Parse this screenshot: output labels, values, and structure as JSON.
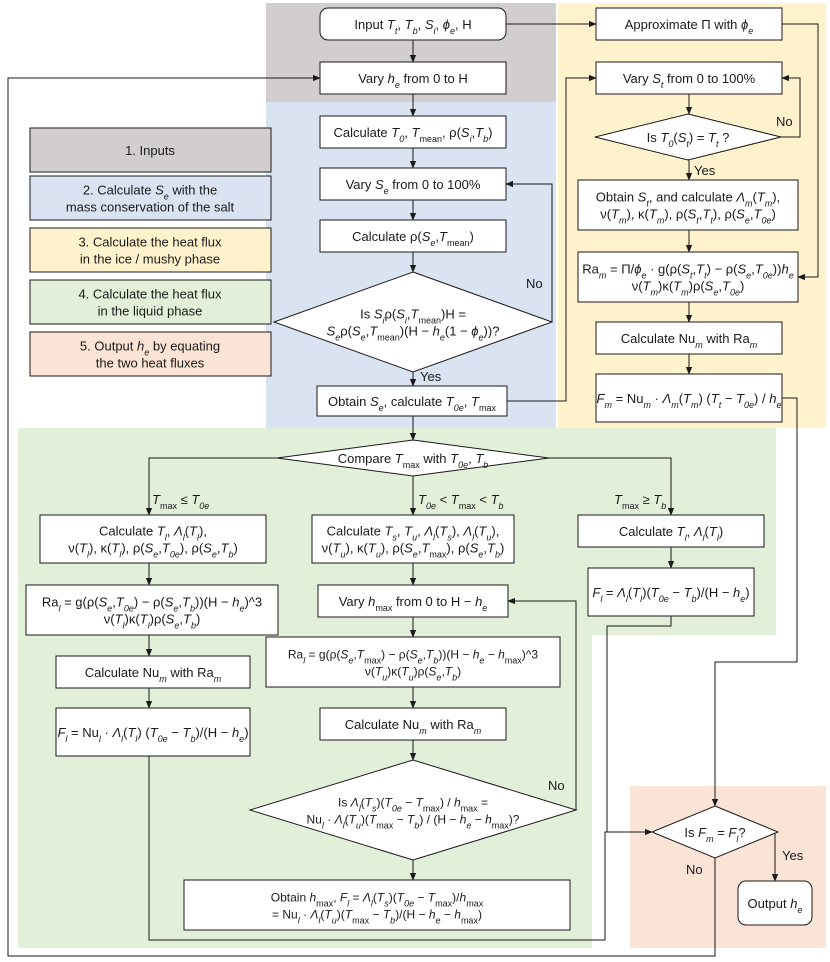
{
  "colors": {
    "inputs": "#d2cecf",
    "salt": "#dae3f2",
    "ice": "#fff2cc",
    "liquid": "#e2efd9",
    "output": "#fbe4d5"
  },
  "legend": [
    {
      "label": "1. Inputs",
      "region": "inputs"
    },
    {
      "label": "2. Calculate S_e with the mass conservation of the salt",
      "region": "salt"
    },
    {
      "label": "3. Calculate the heat flux in the ice / mushy phase",
      "region": "ice"
    },
    {
      "label": "4. Calculate the heat flux in the liquid phase",
      "region": "liquid"
    },
    {
      "label": "5. Output h_e by equating the two heat fluxes",
      "region": "output"
    }
  ],
  "nodes": {
    "input": "Input T_t, T_b, S_i, ϕ_e, H",
    "vary_he": "Vary h_e from 0 to H",
    "calc_t0": "Calculate T_0, T_mean, ρ(S_i,T_b)",
    "vary_se": "Vary S_e from 0 to 100%",
    "calc_rho": "Calculate ρ(S_e,T_mean)",
    "salt_check": "Is S_i ρ(S_i,T_mean) H = S_e ρ(S_e,T_mean)(H − h_e(1 − ϕ_e))?",
    "obtain_se": "Obtain S_e, calculate T_0e, T_max",
    "approx_pi": "Approximate Π with ϕ_e",
    "vary_st": "Vary S_t from 0 to 100%",
    "t0_check": "Is T_0(S_t) = T_t ?",
    "obtain_st": "Obtain S_t, and calculate Λ_m(T_m), ν(T_m), κ(T_m), ρ(S_t,T_t), ρ(S_e,T_0e)",
    "ra_m": "Ra_m = Π/ϕ_e · g(ρ(S_t,T_t) − ρ(S_e,T_0e)) h_e / (ν(T_m) κ(T_m) ρ(S_e,T_0e))",
    "nu_m": "Calculate Nu_m with Ra_m",
    "f_m": "F_m = Nu_m · Λ_m(T_m) (T_t − T_0e) / h_e",
    "compare": "Compare T_max with T_0e, T_b",
    "left_calc": "Calculate T_l, Λ_l(T_l), ν(T_l), κ(T_l), ρ(S_e,T_0e), ρ(S_e,T_b)",
    "left_ra": "Ra_l = g(ρ(S_e,T_0e) − ρ(S_e,T_b))(H − h_e)^3 / (ν(T_l) κ(T_l) ρ(S_e,T_b))",
    "left_nu": "Calculate Nu_m with Ra_m",
    "left_f": "F_l = Nu_l · Λ_l(T_l) (T_0e − T_b) / (H − h_e)",
    "mid_calc": "Calculate T_s, T_u, Λ_l(T_s), Λ_l(T_u), ν(T_u), κ(T_u), ρ(S_e,T_max), ρ(S_e,T_b)",
    "vary_hmax": "Vary h_max from 0 to H − h_e",
    "mid_ra": "Ra_l = g(ρ(S_e,T_max) − ρ(S_e,T_b))(H − h_e − h_max)^3 / (ν(T_u) κ(T_u) ρ(S_e,T_b))",
    "mid_nu": "Calculate Nu_m with Ra_m",
    "flux_check": "Is Λ_l(T_s)(T_0e − T_max) / h_max = Nu_l · Λ_l(T_u)(T_max − T_b) / (H − h_e − h_max)?",
    "obtain_hmax": "Obtain h_max, F_l = Λ_l(T_s)(T_0e − T_max)/h_max = Nu_l · Λ_l(T_u)(T_max − T_b)/(H − h_e − h_max)",
    "right_calc": "Calculate T_l, Λ_l(T_l)",
    "right_f": "F_l = Λ_l(T_l) (T_0e − T_b) / (H − h_e)",
    "final_check": "Is F_m = F_l?",
    "output": "Output h_e"
  },
  "edge_labels": {
    "yes": "Yes",
    "no": "No",
    "branch_left": "T_max ≤ T_0e",
    "branch_mid": "T_0e < T_max < T_b",
    "branch_right": "T_max ≥ T_b"
  }
}
